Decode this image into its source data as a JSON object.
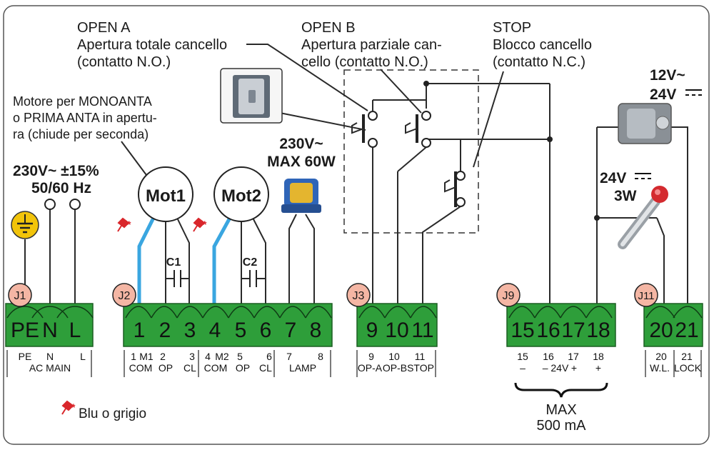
{
  "connectors": [
    {
      "badge": "J1",
      "terminals": [
        "PE",
        "N",
        "L"
      ]
    },
    {
      "badge": "J2",
      "terminals": [
        "1",
        "2",
        "3",
        "4",
        "5",
        "6",
        "7",
        "8"
      ]
    },
    {
      "badge": "J3",
      "terminals": [
        "9",
        "10",
        "11"
      ]
    },
    {
      "badge": "J9",
      "terminals": [
        "15",
        "16",
        "17",
        "18"
      ]
    },
    {
      "badge": "J11",
      "terminals": [
        "20",
        "21"
      ]
    }
  ],
  "bottom_labels": {
    "j1": {
      "pe": "PE",
      "n": "N",
      "l": "L",
      "group": "AC MAIN"
    },
    "j2": {
      "n1": "1",
      "m1": "M1",
      "n2": "2",
      "n3": "3",
      "n4": "4",
      "m2": "M2",
      "n5": "5",
      "n6": "6",
      "n7": "7",
      "n8": "8",
      "com1": "COM",
      "op1": "OP",
      "cl1": "CL",
      "com2": "COM",
      "op2": "OP",
      "cl2": "CL",
      "lamp": "LAMP"
    },
    "j3": {
      "n9": "9",
      "n10": "10",
      "n11": "11",
      "opa": "OP-A",
      "opb": "OP-B",
      "stop": "STOP"
    },
    "j9": {
      "n15": "15",
      "n16": "16",
      "n17": "17",
      "n18": "18",
      "s15": "–",
      "s16": "– 24V",
      "s17": "+",
      "s18": "+",
      "max": "MAX",
      "ma": "500 mA"
    },
    "j11": {
      "n20": "20",
      "n21": "21",
      "wl": "W.L.",
      "lock": "LOCK"
    }
  },
  "labels": {
    "open_a_title": "OPEN A",
    "open_a_l1": "Apertura totale cancello",
    "open_a_l2": "(contatto N.O.)",
    "open_b_title": "OPEN B",
    "open_b_l1": "Apertura parziale can-",
    "open_b_l2": "cello (contatto N.O.)",
    "stop_title": "STOP",
    "stop_l1": "Blocco cancello",
    "stop_l2": "(contatto N.C.)",
    "motor_l1": "Motore per MONOANTA",
    "motor_l2": "o PRIMA ANTA in apertu-",
    "motor_l3": "ra (chiude per seconda)",
    "power_l1": "230V~  ±15%",
    "power_l2": "50/60 Hz",
    "lamp_l1": "230V~",
    "lamp_l2": "MAX 60W",
    "lock_l1": "12V~",
    "lock_l2": "24V",
    "wl_l1": "24V",
    "wl_l2": "3W",
    "mot1": "Mot1",
    "mot2": "Mot2",
    "c1": "C1",
    "c2": "C2",
    "legend": "Blu o grigio"
  },
  "colors": {
    "connector_green": "#2e9e3a",
    "badge_pink": "#f4b6a4",
    "blue_wire": "#3aa6e0",
    "ground_yellow": "#f2c40a"
  }
}
